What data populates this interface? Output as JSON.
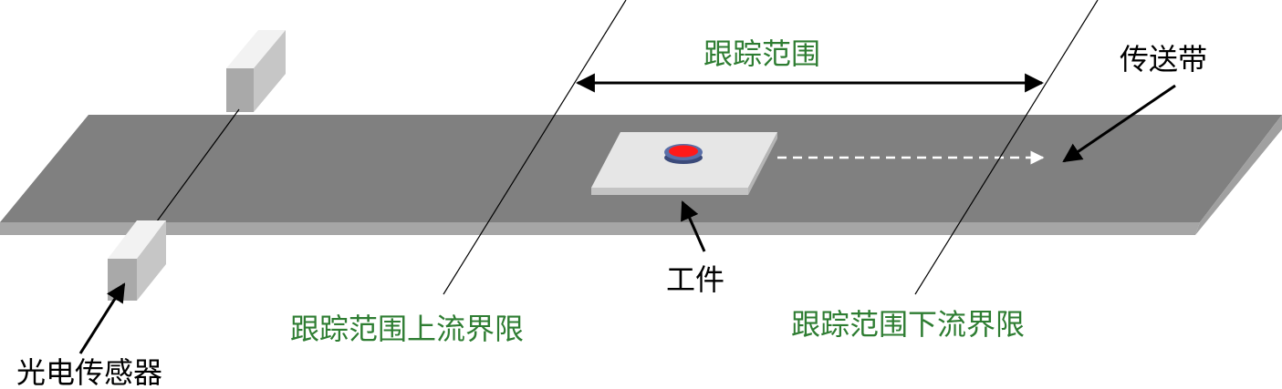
{
  "labels": {
    "tracking_range": "跟踪范围",
    "conveyor": "传送带",
    "workpiece": "工件",
    "upstream_limit": "跟踪范围上流界限",
    "downstream_limit": "跟踪范围下流界限",
    "photo_sensor": "光电传感器"
  },
  "colors": {
    "label_green": "#2e7d32",
    "label_black": "#000000",
    "belt_top": "#808080",
    "belt_edge": "#a0a0a0",
    "workpiece_top": "#e6e6e6",
    "marker_red": "#ff1a1a",
    "marker_rim": "#3b4a7a"
  }
}
